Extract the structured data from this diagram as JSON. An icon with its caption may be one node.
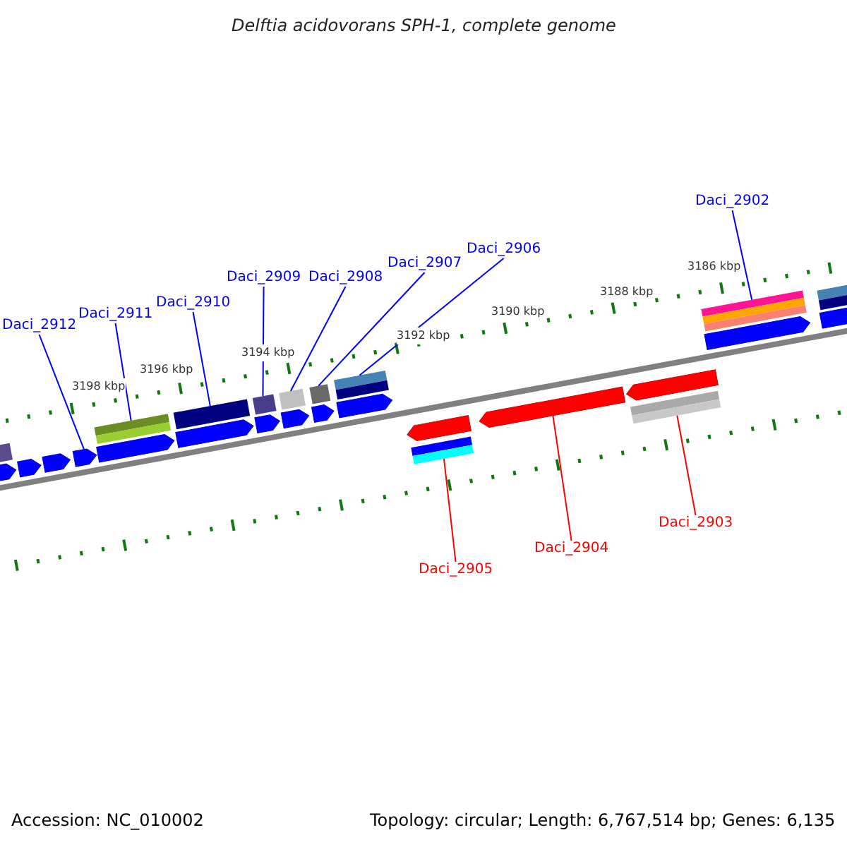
{
  "diagram": {
    "title": "Delftia acidovorans SPH-1, complete genome",
    "nodes": [
      {
        "text": [
          "Daci_2902"
        ]
      },
      {
        "text": [
          "Daci_2906"
        ]
      },
      {
        "text": [
          "Daci_2907"
        ]
      },
      {
        "text": [
          "Daci_2909"
        ]
      },
      {
        "text": [
          "Daci_2908"
        ]
      },
      {
        "text": [
          "Daci_2910"
        ]
      },
      {
        "text": [
          "Daci_2911"
        ]
      },
      {
        "text": [
          "Daci_2912"
        ]
      },
      {
        "text": [
          "Daci_2903"
        ]
      },
      {
        "text": [
          "Daci_2904"
        ]
      },
      {
        "text": [
          "Daci_2905"
        ]
      },
      {
        "text": [],
        "shape": "bar"
      },
      {
        "text": [],
        "shape": "bar"
      },
      {
        "text": [],
        "shape": "bar"
      },
      {
        "text": [],
        "shape": "bar"
      },
      {
        "text": [],
        "shape": "bar"
      },
      {
        "text": [],
        "shape": "bar"
      },
      {
        "text": [],
        "shape": "bar"
      },
      {
        "text": [],
        "shape": "bar"
      },
      {
        "text": [],
        "shape": "bar"
      },
      {
        "text": [],
        "shape": "bar"
      },
      {
        "text": [],
        "shape": "bar"
      },
      {
        "text": [],
        "shape": "bar"
      },
      {
        "text": [],
        "shape": "bar"
      },
      {
        "text": [],
        "shape": "bar"
      },
      {
        "text": [],
        "shape": "bar"
      }
    ],
    "edges": [
      {
        "from": 0,
        "to": 24,
        "arrow": "none"
      },
      {
        "from": 1,
        "to": 20,
        "arrow": "none"
      },
      {
        "from": 2,
        "to": 19,
        "arrow": "none"
      },
      {
        "from": 3,
        "to": 17,
        "arrow": "none"
      },
      {
        "from": 4,
        "to": 18,
        "arrow": "none"
      },
      {
        "from": 5,
        "to": 16,
        "arrow": "none"
      },
      {
        "from": 6,
        "to": 15,
        "arrow": "none"
      },
      {
        "from": 7,
        "to": 14,
        "arrow": "none"
      },
      {
        "from": 8,
        "to": 23,
        "arrow": "none",
        "color": "#ff0000"
      },
      {
        "from": 9,
        "to": 22,
        "arrow": "none",
        "color": "#ff0000"
      },
      {
        "from": 10,
        "to": 21,
        "arrow": "none",
        "color": "#ff0000"
      }
    ],
    "labels": [
      "3186 kbp",
      "3188 kbp",
      "3190 kbp",
      "3192 kbp",
      "3194 kbp",
      "3196 kbp",
      "3198 kbp",
      "Accession: NC_010002",
      "Topology: circular; Length: 6,767,514 bp; Genes: 6,135"
    ]
  }
}
